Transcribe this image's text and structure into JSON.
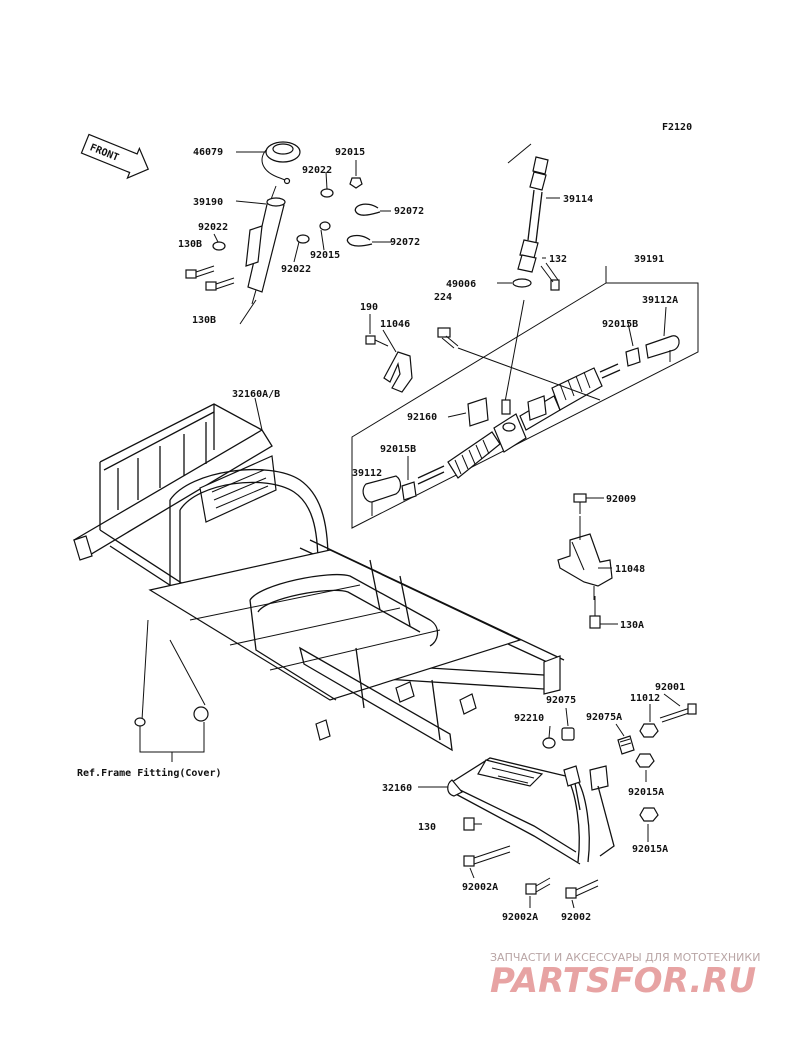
{
  "figure_code": "F2120",
  "front_label": "FRONT",
  "parts": {
    "p46079": "46079",
    "p92015_top": "92015",
    "p92022_a": "92022",
    "p39190": "39190",
    "p92072_a": "92072",
    "p92022_b": "92022",
    "p130B_a": "130B",
    "p92015_b": "92015",
    "p92072_b": "92072",
    "p92022_c": "92022",
    "p130B_b": "130B",
    "p39114": "39114",
    "p132": "132",
    "p49006": "49006",
    "p39191": "39191",
    "p39112A": "39112A",
    "p224": "224",
    "p190": "190",
    "p11046": "11046",
    "p92015B_a": "92015B",
    "p32160AB": "32160A/B",
    "p92160": "92160",
    "p92015B_b": "92015B",
    "p39112": "39112",
    "p92009": "92009",
    "p11048": "11048",
    "p130A": "130A",
    "p92001": "92001",
    "p92075": "92075",
    "p11012": "11012",
    "p92210": "92210",
    "p92075A": "92075A",
    "p32160": "32160",
    "p92015A_a": "92015A",
    "p130": "130",
    "p92015A_b": "92015A",
    "p92002A_a": "92002A",
    "p92002A_b": "92002A",
    "p92002": "92002"
  },
  "reference_note": "Ref.Frame Fitting(Cover)",
  "watermark": {
    "tagline": "ЗАПЧАСТИ И АКСЕССУАРЫ ДЛЯ МОТОТЕХНИКИ",
    "brand": "PARTSFOR.RU"
  }
}
